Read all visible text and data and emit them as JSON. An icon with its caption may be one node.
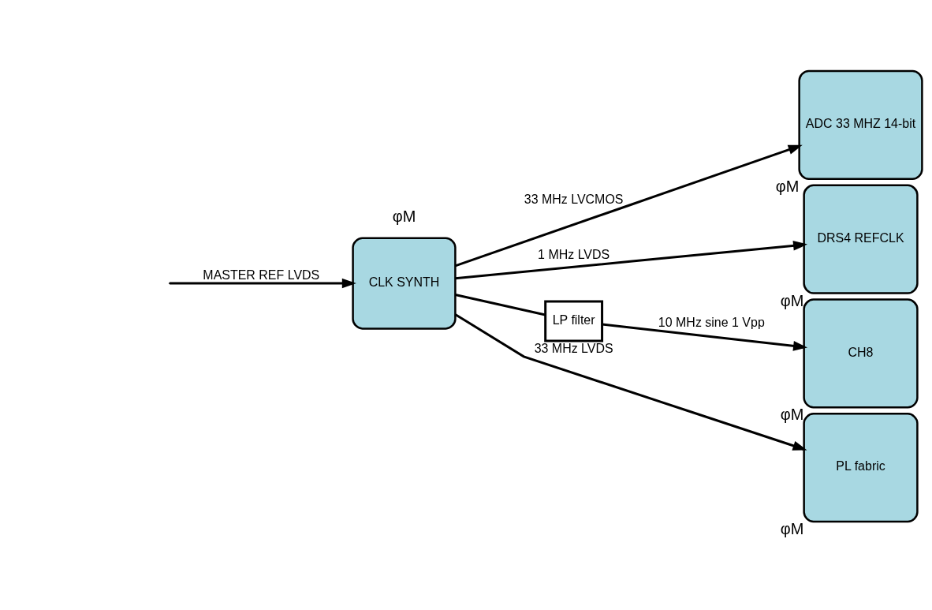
{
  "diagram": {
    "nodes": [
      {
        "text": [
          "CLK SYNTH"
        ]
      },
      {
        "text": [
          "ADC 33 MHZ 14-bit"
        ],
        "beside": [
          "φM"
        ]
      },
      {
        "text": [
          "DRS4 REFCLK"
        ],
        "beside": [
          "φM"
        ]
      },
      {
        "text": [
          "LP filter"
        ]
      },
      {
        "text": [
          "CH8"
        ],
        "beside": [
          "φM"
        ]
      },
      {
        "text": [
          "PL fabric"
        ],
        "beside": [
          "φM"
        ]
      }
    ],
    "edges": [
      {
        "from": null,
        "to": 0,
        "arrow": "to",
        "label": "MASTER REF LVDS"
      },
      {
        "from": 0,
        "to": 1,
        "arrow": "to",
        "label": "33 MHz LVCMOS"
      },
      {
        "from": 0,
        "to": 2,
        "arrow": "to",
        "label": "1 MHz LVDS"
      },
      {
        "from": 0,
        "to": 3,
        "arrow": "none"
      },
      {
        "from": 3,
        "to": 4,
        "arrow": "to",
        "label": "10 MHz sine 1 Vpp"
      },
      {
        "from": 0,
        "to": 5,
        "arrow": "to",
        "label": "33 MHz LVDS"
      }
    ],
    "labels": [
      "φM"
    ]
  }
}
